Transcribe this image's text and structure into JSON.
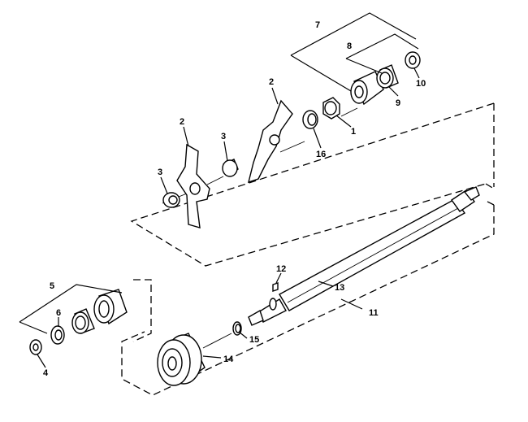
{
  "callouts": {
    "c1": "1",
    "c2a": "2",
    "c2b": "2",
    "c3a": "3",
    "c3b": "3",
    "c4": "4",
    "c5": "5",
    "c6": "6",
    "c7": "7",
    "c8": "8",
    "c9": "9",
    "c10": "10",
    "c11": "11",
    "c12": "12",
    "c13": "13",
    "c14": "14",
    "c15": "15",
    "c16": "16"
  }
}
